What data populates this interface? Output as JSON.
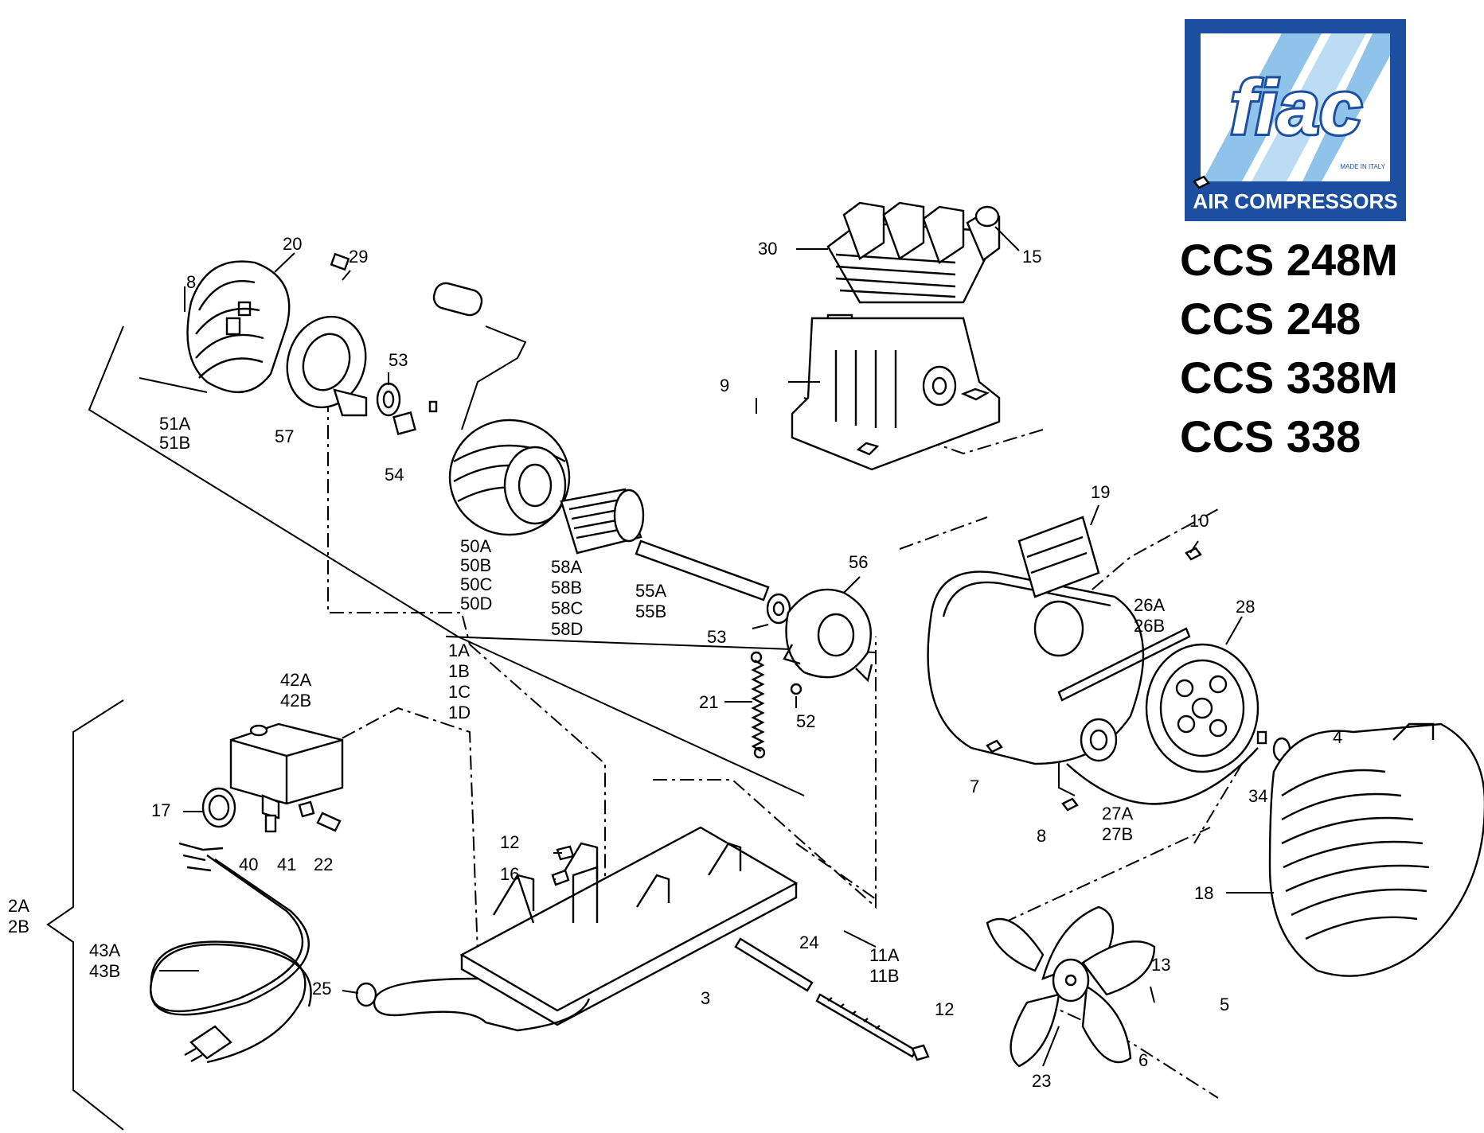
{
  "brand": {
    "name": "fiac",
    "tagline": "AIR COMPRESSORS",
    "made_in": "MADE IN ITALY",
    "colors": {
      "blue": "#1d4fa0",
      "light_blue": "#8fc3ea",
      "white": "#ffffff"
    }
  },
  "models": [
    "CCS 248M",
    "CCS 248",
    "CCS 338M",
    "CCS 338"
  ],
  "callouts": {
    "p1": "1A",
    "p1b": "1B",
    "p1c": "1C",
    "p1d": "1D",
    "p2a": "2A",
    "p2b": "2B",
    "p3": "3",
    "p4": "4",
    "p5": "5",
    "p6": "6",
    "p7": "7",
    "p8a": "8",
    "p8b": "8",
    "p9": "9",
    "p10": "10",
    "p11a": "11A",
    "p11b": "11B",
    "p12a": "12",
    "p12b": "12",
    "p13": "13",
    "p15": "15",
    "p16": "16",
    "p17": "17",
    "p18": "18",
    "p19": "19",
    "p20": "20",
    "p21": "21",
    "p22": "22",
    "p23": "23",
    "p24": "24",
    "p25": "25",
    "p26a": "26A",
    "p26b": "26B",
    "p27a": "27A",
    "p27b": "27B",
    "p28": "28",
    "p29": "29",
    "p30": "30",
    "p34": "34",
    "p40": "40",
    "p41": "41",
    "p42a": "42A",
    "p42b": "42B",
    "p43a": "43A",
    "p43b": "43B",
    "p50a": "50A",
    "p50b": "50B",
    "p50c": "50C",
    "p50d": "50D",
    "p51a": "51A",
    "p51b": "51B",
    "p52": "52",
    "p53a": "53",
    "p53b": "53",
    "p54": "54",
    "p55a": "55A",
    "p55b": "55B",
    "p56": "56",
    "p57": "57",
    "p58a": "58A",
    "p58b": "58B",
    "p58c": "58C",
    "p58d": "58D"
  }
}
